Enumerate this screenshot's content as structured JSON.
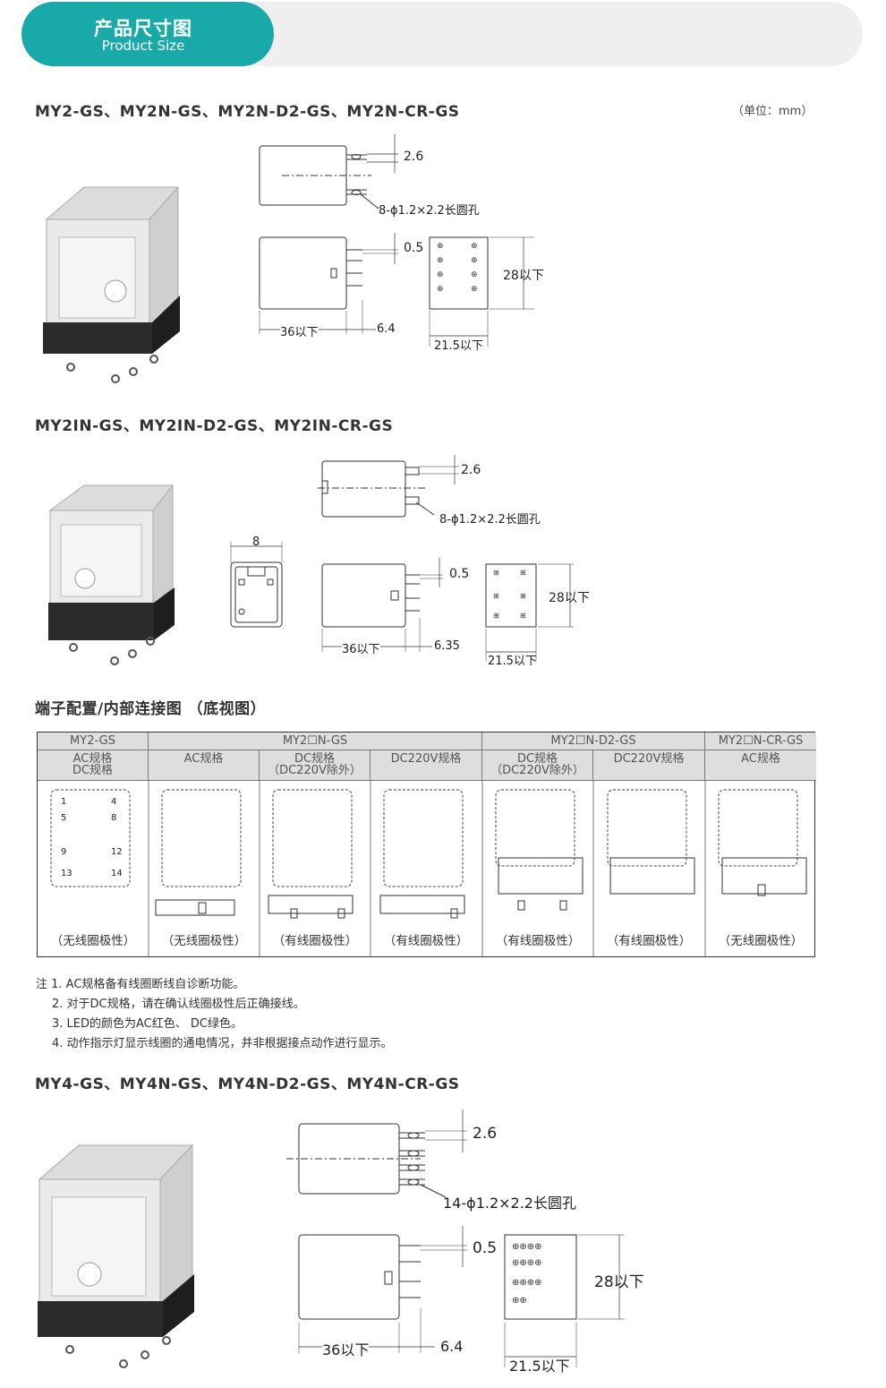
{
  "header": {
    "title_cn": "产品尺寸图",
    "title_en": "Product Size"
  },
  "sections": [
    {
      "title": "MY2-GS、MY2N-GS、MY2N-D2-GS、MY2N-CR-GS",
      "unit": "（单位：mm）",
      "dims": {
        "d1": "2.6",
        "hole": "8-ϕ1.2×2.2长圆孔",
        "d2": "0.5",
        "h": "28以下",
        "l": "36以下",
        "p": "6.4",
        "w": "21.5以下"
      }
    },
    {
      "title": "MY2IN-GS、MY2IN-D2-GS、MY2IN-CR-GS",
      "dims": {
        "d1": "2.6",
        "hole": "8-ϕ1.2×2.2长圆孔",
        "top": "8",
        "d2": "0.5",
        "h": "28以下",
        "l": "36以下",
        "p": "6.35",
        "w": "21.5以下"
      }
    },
    {
      "title": "MY4-GS、MY4N-GS、MY4N-D2-GS、MY4N-CR-GS",
      "dims": {
        "d1": "2.6",
        "hole": "14-ϕ1.2×2.2长圆孔",
        "d2": "0.5",
        "h": "28以下",
        "l": "36以下",
        "p": "6.4",
        "w": "21.5以下"
      }
    }
  ],
  "terminal": {
    "title": "端子配置/内部连接图 （底视图）",
    "groups": [
      "MY2-GS",
      "MY2☐N-GS",
      "MY2☐N-D2-GS",
      "MY2☐N-CR-GS"
    ],
    "columns": [
      {
        "l1": "AC规格",
        "l2": "DC规格",
        "note": "（无线圈极性）"
      },
      {
        "l1": "AC规格",
        "l2": "",
        "note": "（无线圈极性）"
      },
      {
        "l1": "DC规格",
        "l2": "（DC220V除外）",
        "note": "（有线圈极性）"
      },
      {
        "l1": "DC220V规格",
        "l2": "",
        "note": "（有线圈极性）"
      },
      {
        "l1": "DC规格",
        "l2": "（DC220V除外）",
        "note": "（有线圈极性）"
      },
      {
        "l1": "DC220V规格",
        "l2": "",
        "note": "（有线圈极性）"
      },
      {
        "l1": "AC规格",
        "l2": "",
        "note": "（无线圈极性）"
      }
    ],
    "pins": {
      "p1": "1",
      "p4": "4",
      "p5": "5",
      "p8": "8",
      "p9": "9",
      "p12": "12",
      "p13": "13",
      "p14": "14"
    }
  },
  "notes": [
    "注 1. AC规格备有线圈断线自诊断功能。",
    "2. 对于DC规格，请在确认线圈极性后正确接线。",
    "3. LED的颜色为AC红色、 DC绿色。",
    "4. 动作指示灯显示线圈的通电情况，并非根据接点动作进行显示。"
  ]
}
